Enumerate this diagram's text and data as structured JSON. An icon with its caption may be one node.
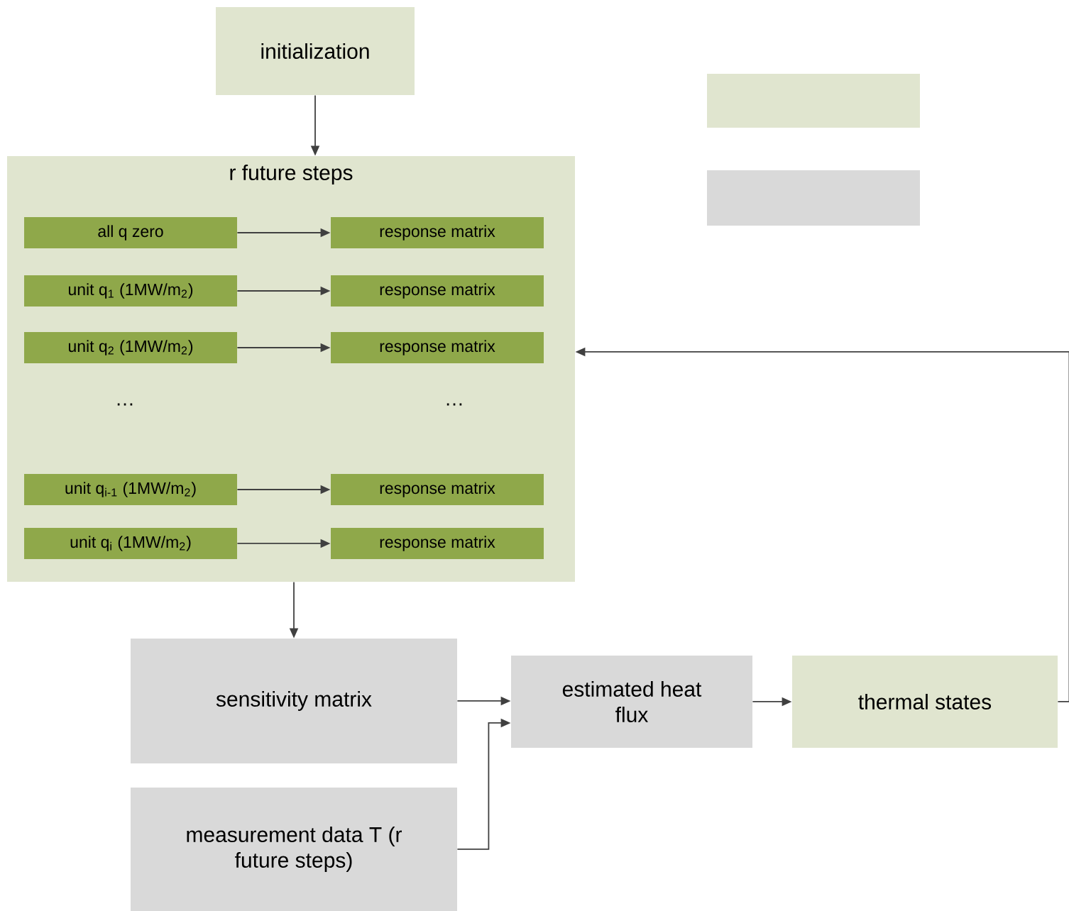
{
  "diagram": {
    "nodes": [
      {
        "text": [
          "initialization"
        ]
      },
      {
        "text": [
          "r future steps"
        ]
      },
      {
        "text": [
          "all q zero"
        ],
        "in": 1
      },
      {
        "text": [
          "response matrix"
        ],
        "in": 1
      },
      {
        "text": [
          "unit q$_{1}$ (1MW/m$_{2}$)"
        ],
        "in": 1
      },
      {
        "text": [
          "response matrix"
        ],
        "in": 1
      },
      {
        "text": [
          "unit q$_{2}$ (1MW/m$_{2}$)"
        ],
        "in": 1
      },
      {
        "text": [
          "response matrix"
        ],
        "in": 1
      },
      {
        "text": [
          "unit q$_{i-1}$ (1MW/m$_{2}$)"
        ],
        "in": 1
      },
      {
        "text": [
          "response matrix"
        ],
        "in": 1
      },
      {
        "text": [
          "unit q$_{i}$ (1MW/m$_{2}$)"
        ],
        "in": 1
      },
      {
        "text": [
          "response matrix"
        ],
        "in": 1
      },
      {
        "text": [
          "sensitivity matrix"
        ]
      },
      {
        "text": [
          "estimated heat flux"
        ]
      },
      {
        "text": [
          "thermal states"
        ]
      },
      {
        "text": [
          "measurement data T (r future steps)"
        ]
      },
      {
        "text": [],
        "shape": "box"
      },
      {
        "text": [],
        "shape": "box"
      }
    ],
    "edges": [
      {
        "from": 0,
        "to": 1,
        "arrow": "to"
      },
      {
        "from": 2,
        "to": 3,
        "arrow": "to"
      },
      {
        "from": 4,
        "to": 5,
        "arrow": "to"
      },
      {
        "from": 6,
        "to": 7,
        "arrow": "to"
      },
      {
        "from": 8,
        "to": 9,
        "arrow": "to"
      },
      {
        "from": 10,
        "to": 11,
        "arrow": "to"
      },
      {
        "from": 1,
        "to": 12,
        "arrow": "to"
      },
      {
        "from": 12,
        "to": 13,
        "arrow": "to"
      },
      {
        "from": 15,
        "to": 13,
        "arrow": "to"
      },
      {
        "from": 13,
        "to": 14,
        "arrow": "to"
      },
      {
        "from": 14,
        "to": 1,
        "arrow": "to"
      }
    ],
    "labels": [
      "…",
      "…"
    ]
  }
}
